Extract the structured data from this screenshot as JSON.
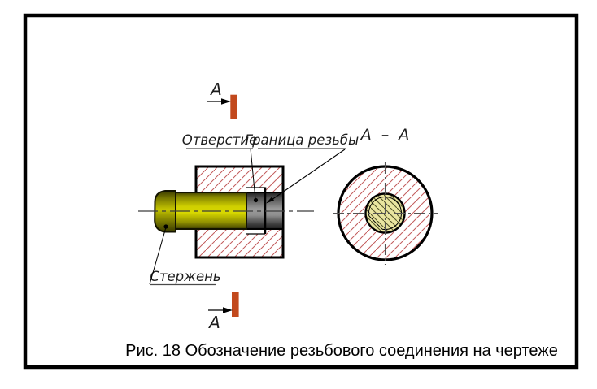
{
  "figure": {
    "caption": "Рис. 18 Обозначение резьбового соединения на чертеже",
    "section_title": "А – А",
    "cut_letter": "А",
    "labels": {
      "hole": "Отверстие",
      "thread_boundary": "Граница резьбы",
      "rod": "Стержень"
    },
    "colors": {
      "rod_yellow": "#d2d200",
      "hole_gray": "#909090",
      "hatch_red": "#c25b5b",
      "marker_red": "#c2491d",
      "section_rod_fill": "#e9e5a0",
      "outline": "#000000"
    }
  }
}
